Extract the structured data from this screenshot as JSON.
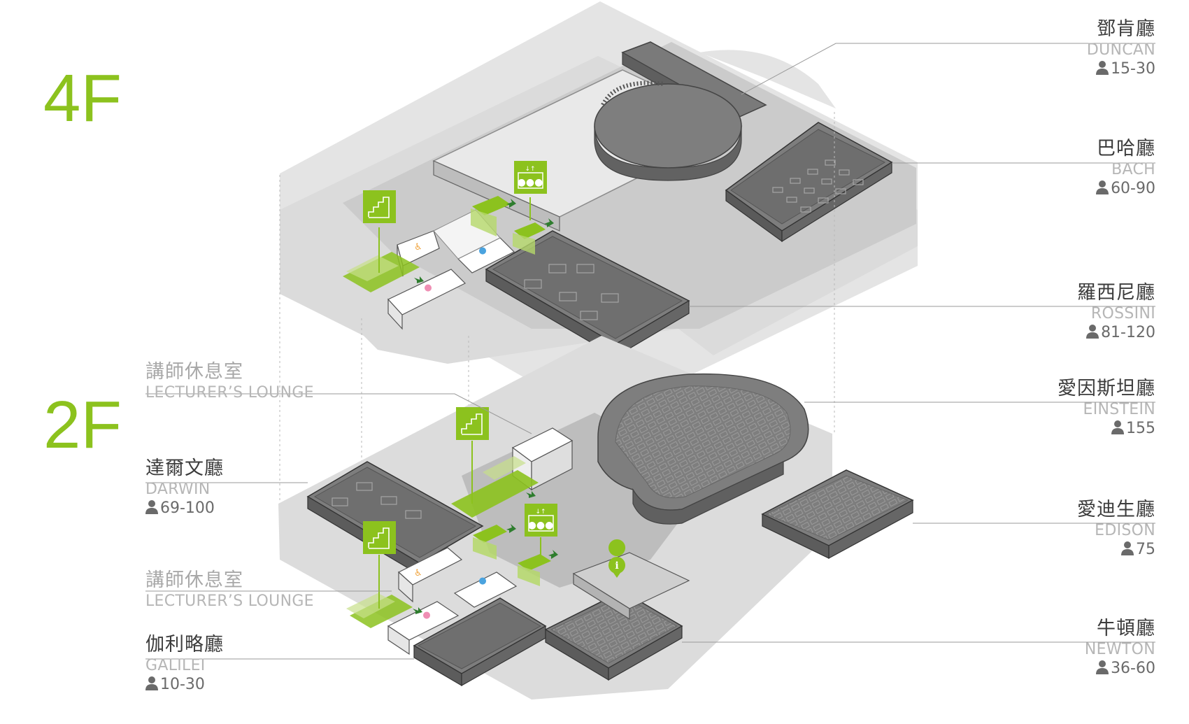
{
  "floors": {
    "upper": "4F",
    "lower": "2F"
  },
  "colors": {
    "accent": "#8cc21e",
    "room_fill": "#7d7d7d",
    "floor_fill": "#d9d9d9"
  },
  "icons": [
    "stairs-icon",
    "elevator-icon",
    "info-icon",
    "person-icon",
    "accessible-restroom-icon",
    "mens-restroom-icon",
    "womens-restroom-icon"
  ],
  "rooms": {
    "duncan": {
      "zh": "鄧肯廳",
      "en": "DUNCAN",
      "capacity": "15-30"
    },
    "bach": {
      "zh": "巴哈廳",
      "en": "BACH",
      "capacity": "60-90"
    },
    "rossini": {
      "zh": "羅西尼廳",
      "en": "ROSSINI",
      "capacity": "81-120"
    },
    "einstein": {
      "zh": "愛因斯坦廳",
      "en": "EINSTEIN",
      "capacity": "155"
    },
    "edison": {
      "zh": "愛迪生廳",
      "en": "EDISON",
      "capacity": "75"
    },
    "newton": {
      "zh": "牛頓廳",
      "en": "NEWTON",
      "capacity": "36-60"
    },
    "darwin": {
      "zh": "達爾文廳",
      "en": "DARWIN",
      "capacity": "69-100"
    },
    "galilei": {
      "zh": "伽利略廳",
      "en": "GALILEI",
      "capacity": "10-30"
    },
    "lounge_upper": {
      "zh": "講師休息室",
      "en": "LECTURER’S LOUNGE"
    },
    "lounge_lower": {
      "zh": "講師休息室",
      "en": "LECTURER’S LOUNGE"
    }
  }
}
